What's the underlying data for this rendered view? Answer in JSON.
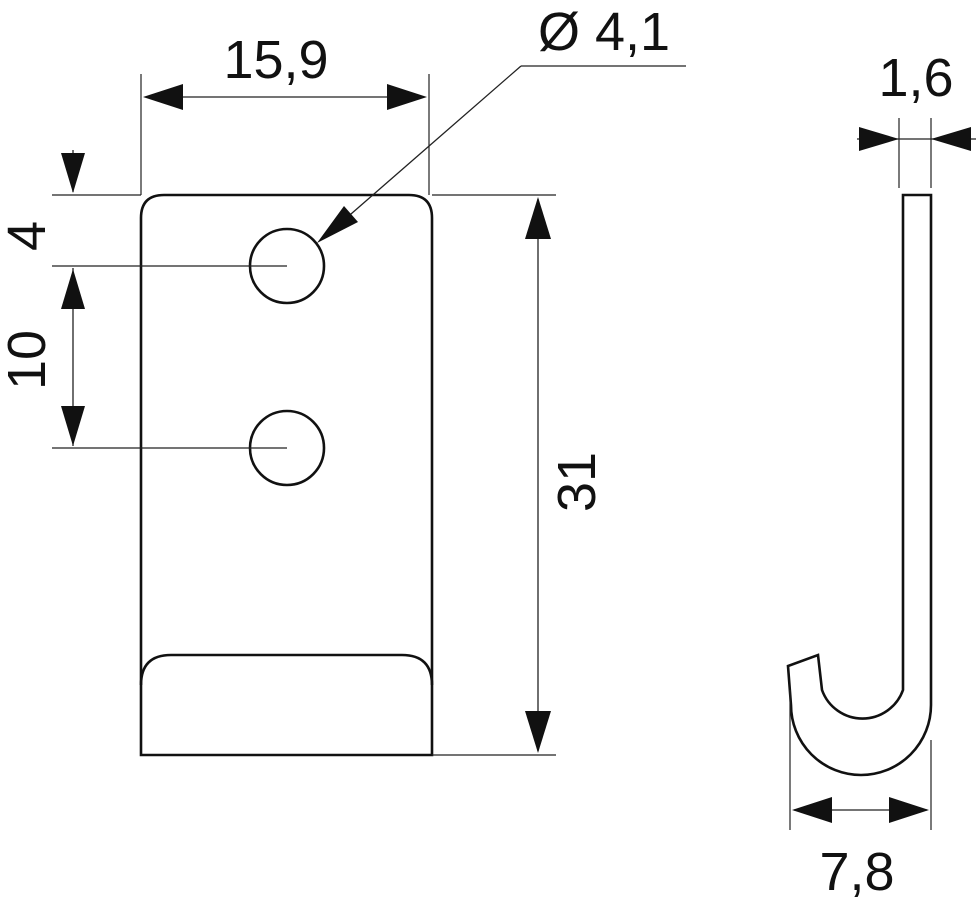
{
  "drawing": {
    "dimensions": {
      "width": "15,9",
      "hole_diameter": "Ø 4,1",
      "top_to_hole": "4",
      "hole_spacing": "10",
      "height": "31",
      "thickness": "1,6",
      "hook_depth": "7,8"
    },
    "colors": {
      "line": "#111111",
      "background": "#ffffff"
    }
  }
}
